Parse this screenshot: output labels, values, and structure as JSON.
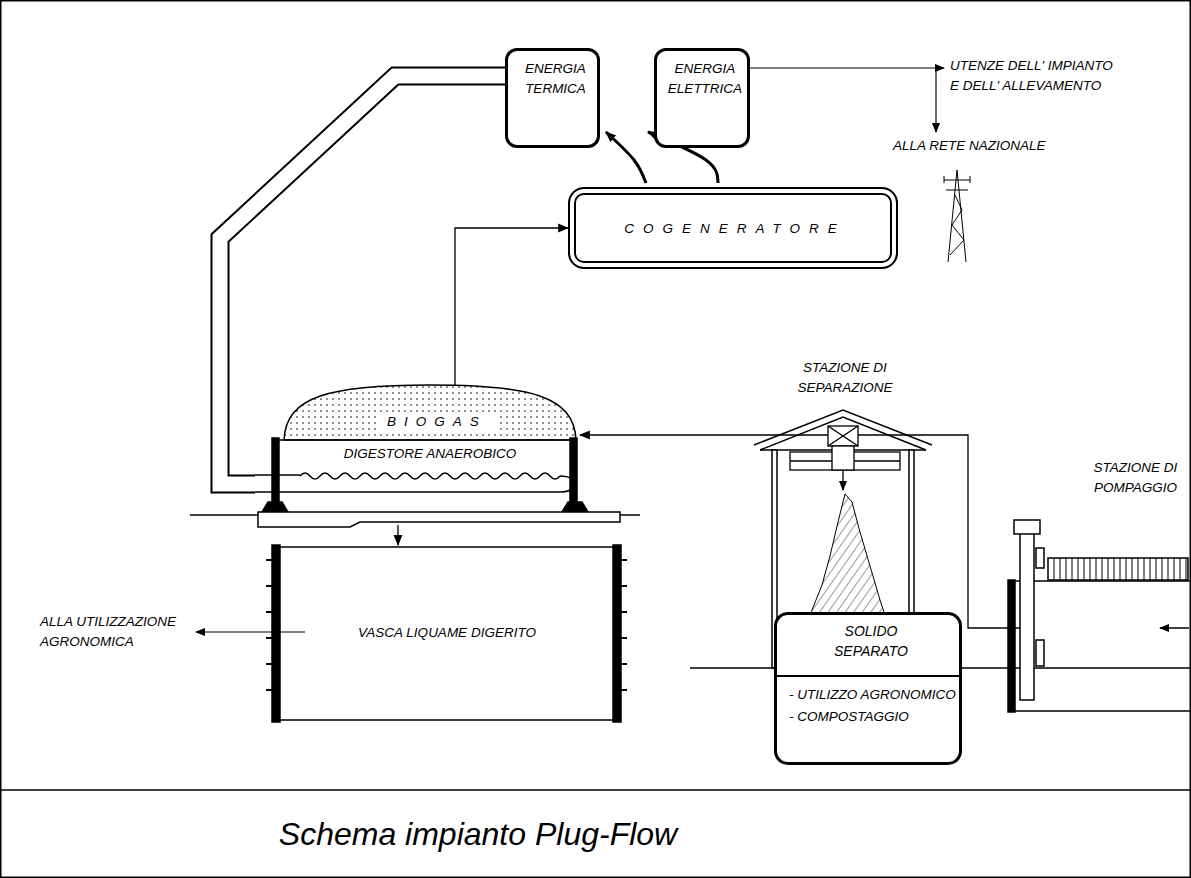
{
  "diagram": {
    "caption": "Schema impianto Plug-Flow",
    "nodes": [
      {
        "text": [
          "ENERGIA TERMICA"
        ]
      },
      {
        "text": [
          "ENERGIA ELETTRICA"
        ]
      },
      {
        "text": [
          "COGENERATORE"
        ]
      },
      {
        "text": [
          "BIOGAS",
          "DIGESTORE ANAEROBICO"
        ]
      },
      {
        "text": [
          "VASCA LIQUAME DIGERITO"
        ]
      },
      {
        "text": [
          "STAZIONE DI SEPARAZIONE"
        ]
      },
      {
        "text": [
          "SOLIDO SEPARATO",
          "- UTILIZZO AGRONOMICO",
          "- COMPOSTAGGIO"
        ]
      },
      {
        "text": [
          "STAZIONE DI POMPAGGIO"
        ]
      }
    ],
    "edges": [
      {
        "from": 3,
        "to": 2,
        "arrow": "to"
      },
      {
        "from": 2,
        "to": 0,
        "arrow": "to"
      },
      {
        "from": 2,
        "to": 1,
        "arrow": "to"
      },
      {
        "from": 0,
        "to": 3,
        "arrow": "none"
      },
      {
        "from": 5,
        "to": 3,
        "arrow": "to"
      },
      {
        "from": 3,
        "to": 4,
        "arrow": "to"
      },
      {
        "from": 7,
        "to": 5,
        "arrow": "none"
      }
    ],
    "labels": [
      "UTENZE DELL' IMPIANTO E DELL' ALLEVAMENTO",
      "ALLA RETE NAZIONALE",
      "ALLA UTILIZZAZIONE AGRONOMICA"
    ]
  }
}
